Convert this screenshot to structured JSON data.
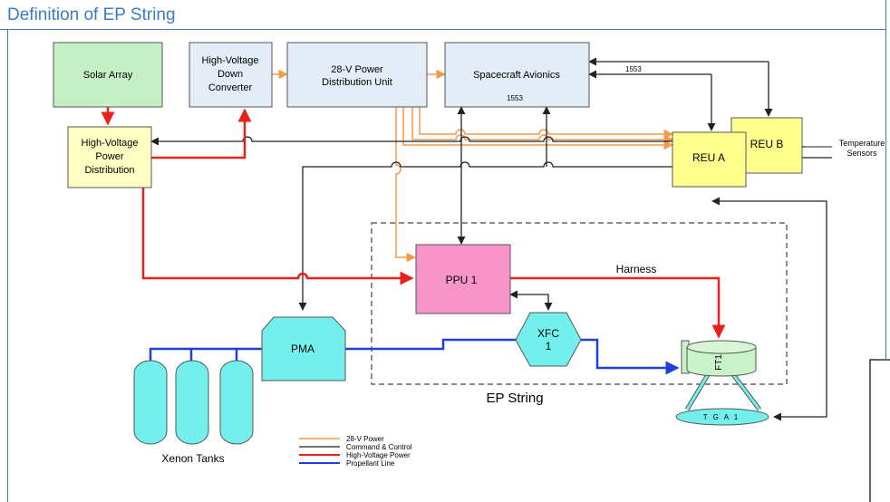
{
  "title": "Definition of EP String",
  "blocks": {
    "solar_array": "Solar Array",
    "hv_down_converter": [
      "High-Voltage",
      "Down",
      "Converter"
    ],
    "pdu": [
      "28-V Power",
      "Distribution Unit"
    ],
    "avionics": "Spacecraft Avionics",
    "avionics_bus": "1553",
    "hv_power_distribution": [
      "High-Voltage",
      "Power",
      "Distribution"
    ],
    "reu_a": "REU A",
    "reu_b": "REU B",
    "ppu": "PPU 1",
    "pma": "PMA",
    "xfc": [
      "XFC",
      "1"
    ],
    "thruster": "FT1",
    "gimbal": "T G A 1",
    "xenon_tanks": "Xenon Tanks",
    "ep_string": "EP String",
    "harness": "Harness",
    "bus_label": "1553",
    "temperature_sensors": [
      "Temperature",
      "Sensors"
    ]
  },
  "legend": [
    {
      "label": "28-V Power",
      "color": "#f29a4a"
    },
    {
      "label": "Command & Control",
      "color": "#444444"
    },
    {
      "label": "High-Voltage Power",
      "color": "#e8211d"
    },
    {
      "label": "Propellant Line",
      "color": "#1f3fe0"
    }
  ],
  "colors": {
    "frame": "#3a7cc4",
    "solar_fill": "#c6efc6",
    "box_fill": "#e4ecf7",
    "yellow_fill": "#ffffa8",
    "ppu_fill": "#f794c8",
    "cyan_fill": "#73f0ee",
    "thruster_fill": "#c8f2c8"
  }
}
